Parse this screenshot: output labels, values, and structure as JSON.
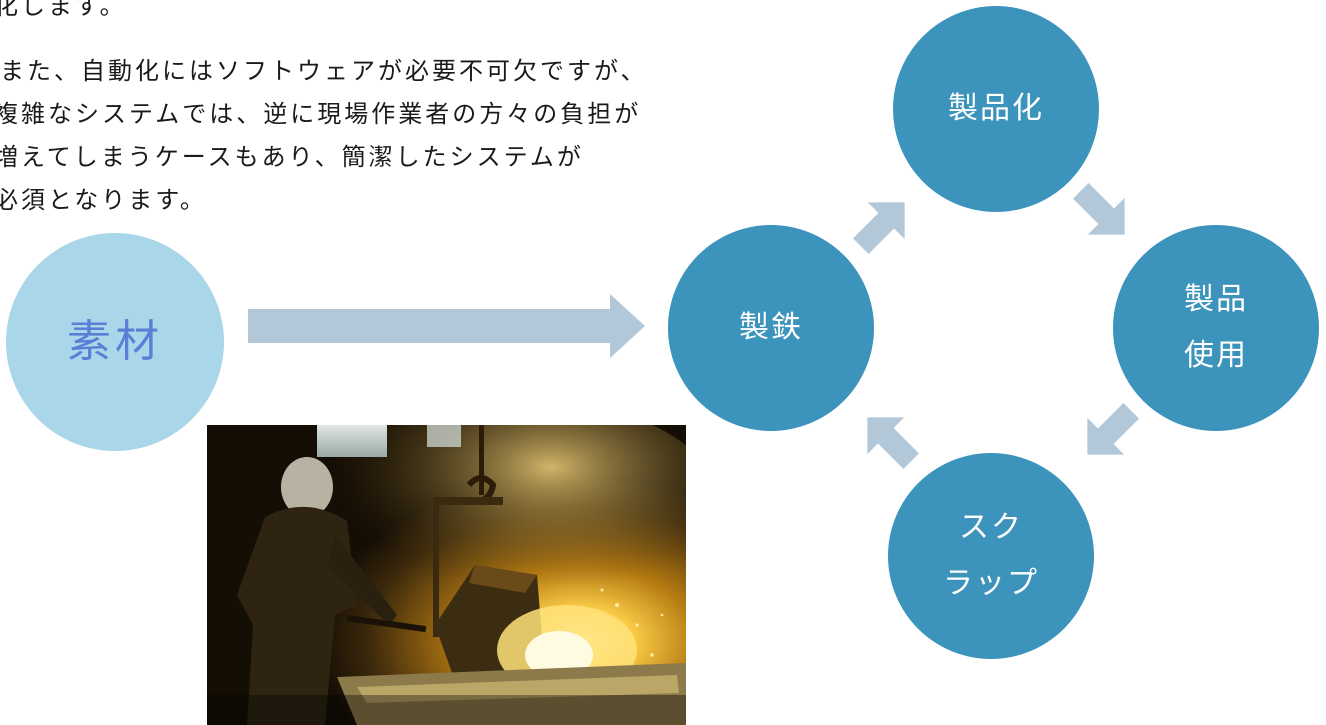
{
  "text": {
    "lines": [
      "化します。",
      "また、自動化にはソフトウェアが必要不可欠ですが、",
      "複雑なシステムでは、逆に現場作業者の方々の負担が",
      "増えてしまうケースもあり、簡潔したシステムが",
      "必須となります。"
    ]
  },
  "diagram": {
    "source": {
      "label": "素材",
      "color": "#a9d6e8",
      "text_color": "#5a7fd6"
    },
    "arrow_color": "#b2c8d9",
    "cycle_color": "#3c93bb",
    "cycle": [
      {
        "lines": [
          "製鉄"
        ]
      },
      {
        "lines": [
          "製品化"
        ]
      },
      {
        "lines": [
          "製品",
          "使用"
        ]
      },
      {
        "lines": [
          "スク",
          "ラップ"
        ]
      }
    ]
  },
  "photo": {
    "icon": "steel-worker-furnace-photo"
  }
}
